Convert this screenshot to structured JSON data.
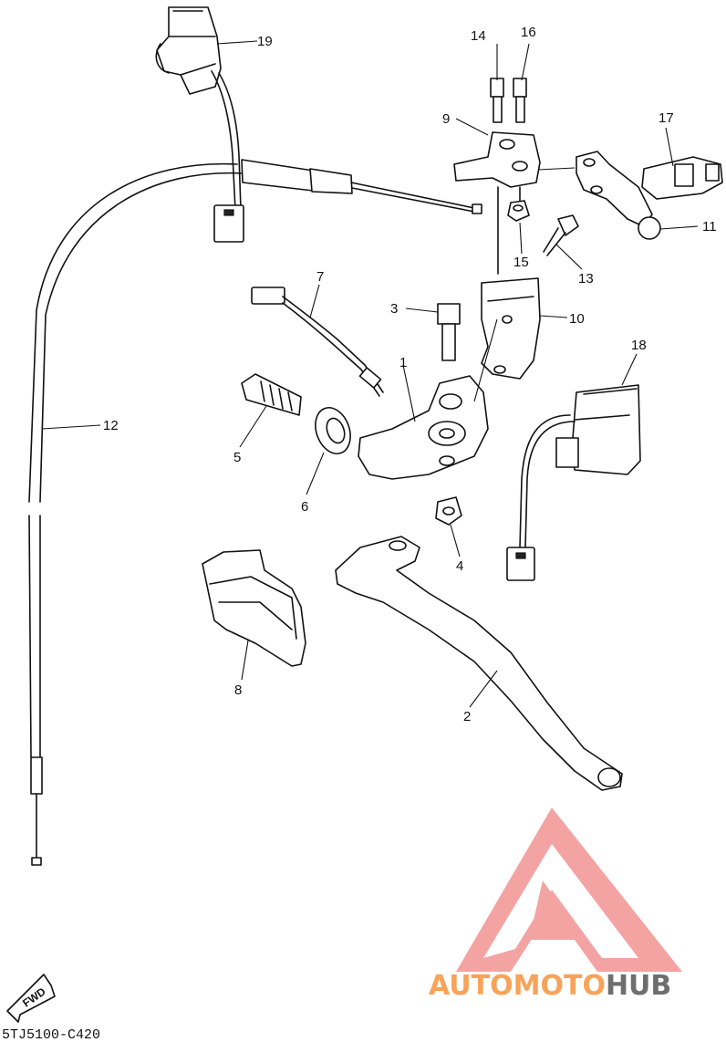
{
  "diagram": {
    "drawing_code": "5TJ5100-C420",
    "fwd_label": "FWD",
    "callouts": [
      {
        "id": "c1",
        "label": "1"
      },
      {
        "id": "c2",
        "label": "2"
      },
      {
        "id": "c3",
        "label": "3"
      },
      {
        "id": "c4",
        "label": "4"
      },
      {
        "id": "c5",
        "label": "5"
      },
      {
        "id": "c6",
        "label": "6"
      },
      {
        "id": "c7",
        "label": "7"
      },
      {
        "id": "c8",
        "label": "8"
      },
      {
        "id": "c9",
        "label": "9"
      },
      {
        "id": "c10",
        "label": "10"
      },
      {
        "id": "c11",
        "label": "11"
      },
      {
        "id": "c12",
        "label": "12"
      },
      {
        "id": "c13",
        "label": "13"
      },
      {
        "id": "c14",
        "label": "14"
      },
      {
        "id": "c15",
        "label": "15"
      },
      {
        "id": "c16",
        "label": "16"
      },
      {
        "id": "c17",
        "label": "17"
      },
      {
        "id": "c18",
        "label": "18"
      },
      {
        "id": "c19",
        "label": "19"
      }
    ]
  },
  "watermark": {
    "part1": "AUTOMOTO",
    "part2": "HUB",
    "colors": {
      "logo": "#f4a3a3",
      "text_primary": "#f7a35a",
      "text_secondary": "#6e6e6e"
    }
  }
}
